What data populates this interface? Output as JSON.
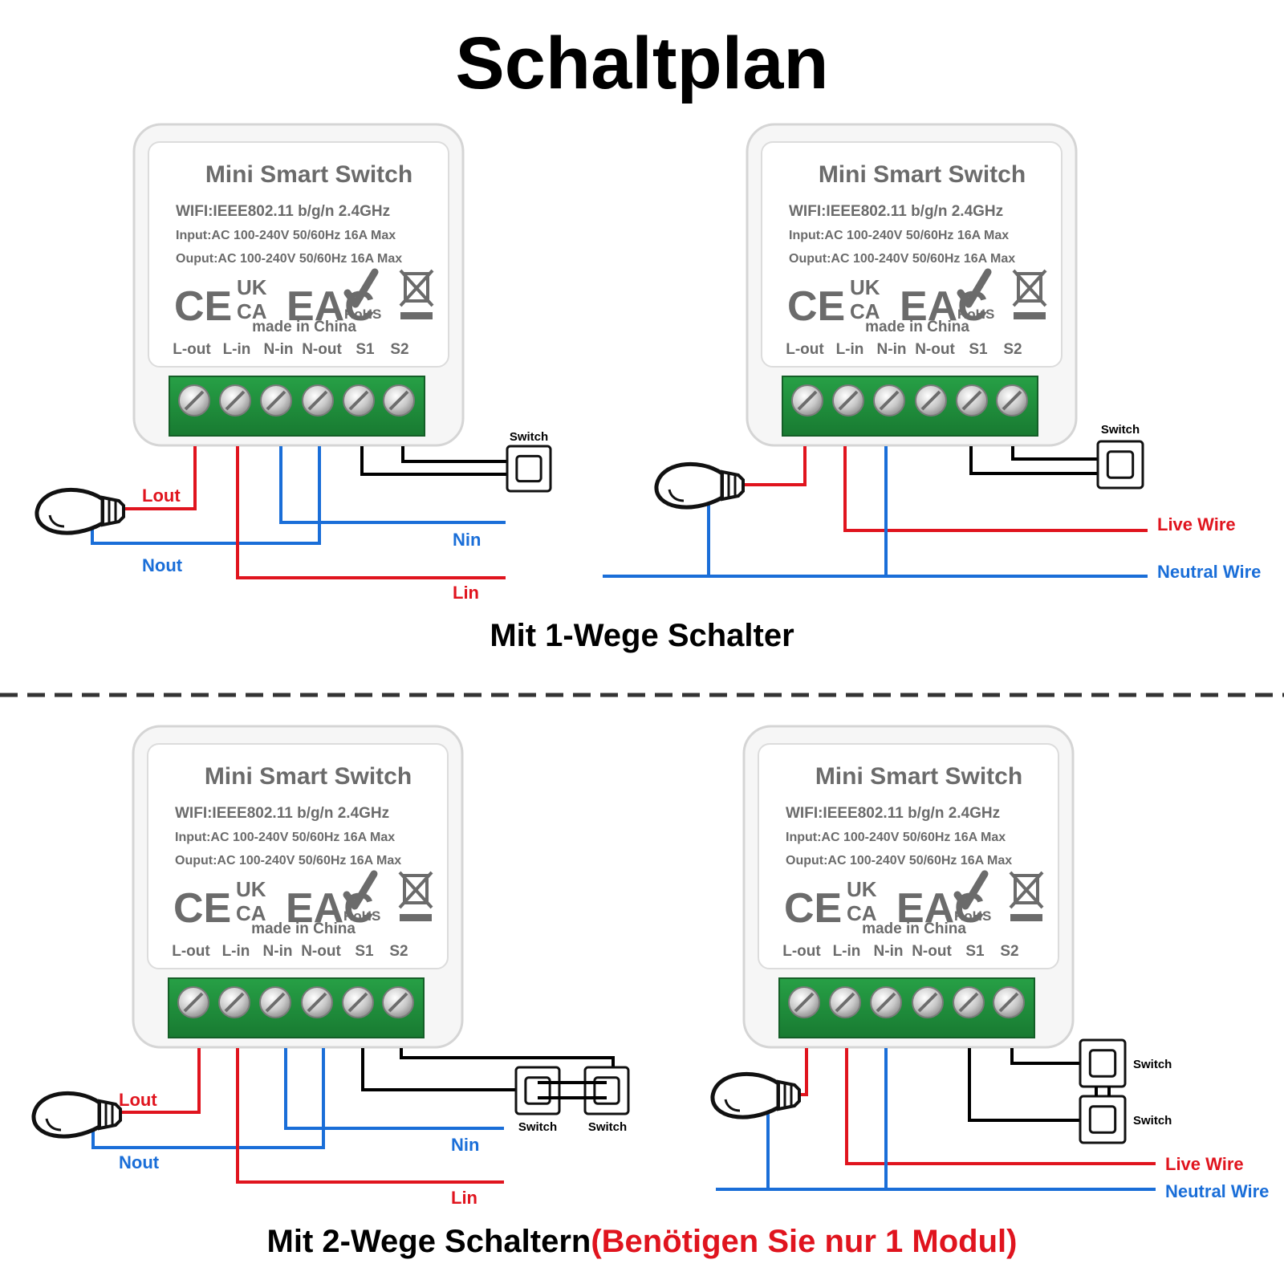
{
  "title": "Schaltplan",
  "sections": {
    "one_way": "Mit 1-Wege Schalter",
    "two_way_main": "Mit 2-Wege Schaltern",
    "two_way_note": "(Benötigen Sie nur 1 Modul)"
  },
  "device": {
    "name": "Mini Smart Switch",
    "wifi": "WIFI:IEEE802.11 b/g/n 2.4GHz",
    "input": "Input:AC 100-240V 50/60Hz 16A Max",
    "output": "Ouput:AC 100-240V 50/60Hz 16A Max",
    "made_in": "made in China",
    "cert": {
      "ce": "CE",
      "uk": "UK",
      "ca": "CA",
      "eac": "EAC",
      "rohs": "RoHS"
    },
    "terminals": [
      "L-out",
      "L-in",
      "N-in",
      "N-out",
      "S1",
      "S2"
    ]
  },
  "labels": {
    "lout": "Lout",
    "nout": "Nout",
    "nin": "Nin",
    "lin": "Lin",
    "live_wire": "Live Wire",
    "neutral_wire": "Neutral Wire",
    "switch": "Switch"
  },
  "colors": {
    "live": "#e0141e",
    "neutral": "#1a6ed8",
    "switch_wire": "#000000",
    "terminal_block": "#1f8a3a",
    "device_text": "#6b6b6b"
  }
}
